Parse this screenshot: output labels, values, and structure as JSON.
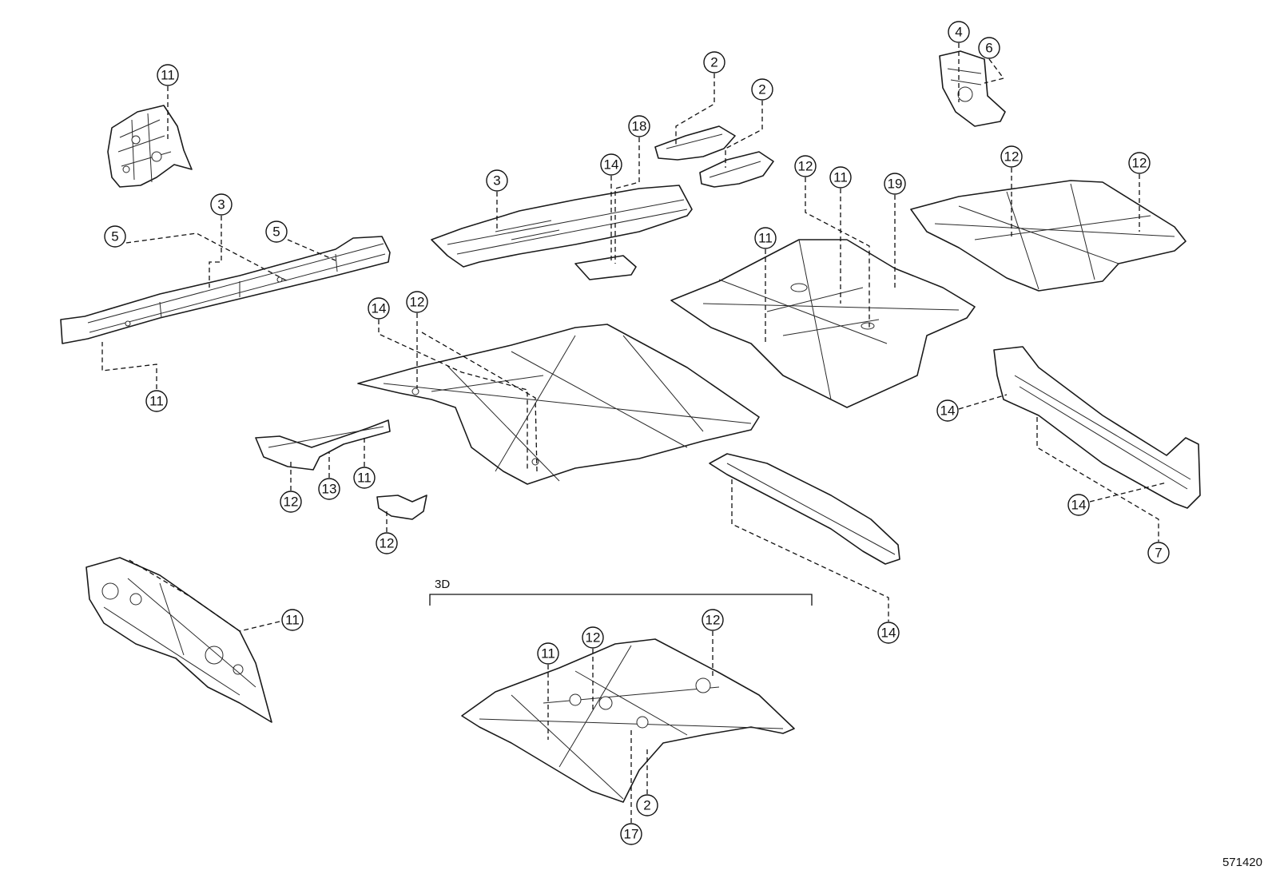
{
  "diagram_number": "571420",
  "section_label": "3D",
  "callouts": {
    "c1": "11",
    "c2": "3",
    "c3": "5",
    "c4": "5",
    "c5": "11",
    "c6": "3",
    "c7": "14",
    "c8": "18",
    "c9": "2",
    "c10": "2",
    "c11": "4",
    "c12": "6",
    "c13": "12",
    "c14": "11",
    "c15": "19",
    "c16": "11",
    "c17": "12",
    "c18": "12",
    "c19": "14",
    "c20": "12",
    "c21": "12",
    "c22": "13",
    "c23": "11",
    "c24": "12",
    "c25": "14",
    "c26": "14",
    "c27": "7",
    "c28": "14",
    "c29": "11",
    "c30": "11",
    "c31": "12",
    "c32": "12",
    "c33": "2",
    "c34": "17"
  }
}
